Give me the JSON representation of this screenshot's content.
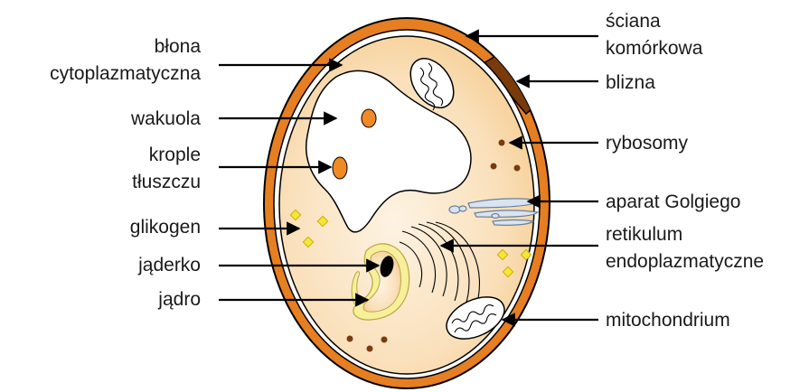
{
  "labels": {
    "blona_line1": "błona",
    "blona_line2": "cytoplazmatyczna",
    "wakuola": "wakuola",
    "krople_line1": "krople",
    "krople_line2": "tłuszczu",
    "glikogen": "glikogen",
    "jaderko": "jąderko",
    "jadro": "jądro",
    "sciana_line1": "ściana",
    "sciana_line2": "komórkowa",
    "blizna": "blizna",
    "rybosomy": "rybosomy",
    "golgi": "aparat Golgiego",
    "retikulum_line1": "retikulum",
    "retikulum_line2": "endoplazmatyczne",
    "mitochondrium": "mitochondrium"
  },
  "colors": {
    "cell_wall": "#e67e22",
    "cytoplasm": "#fbe3c0",
    "scar": "#7a3b0a",
    "vacuole": "#ffffff",
    "lipid_droplet": "#f08a24",
    "glycogen": "#f5e63a",
    "nucleus_envelope": "#f7ef9a",
    "nucleolus": "#000000",
    "ribosome": "#7a3b10",
    "golgi": "#d8e4f2"
  }
}
